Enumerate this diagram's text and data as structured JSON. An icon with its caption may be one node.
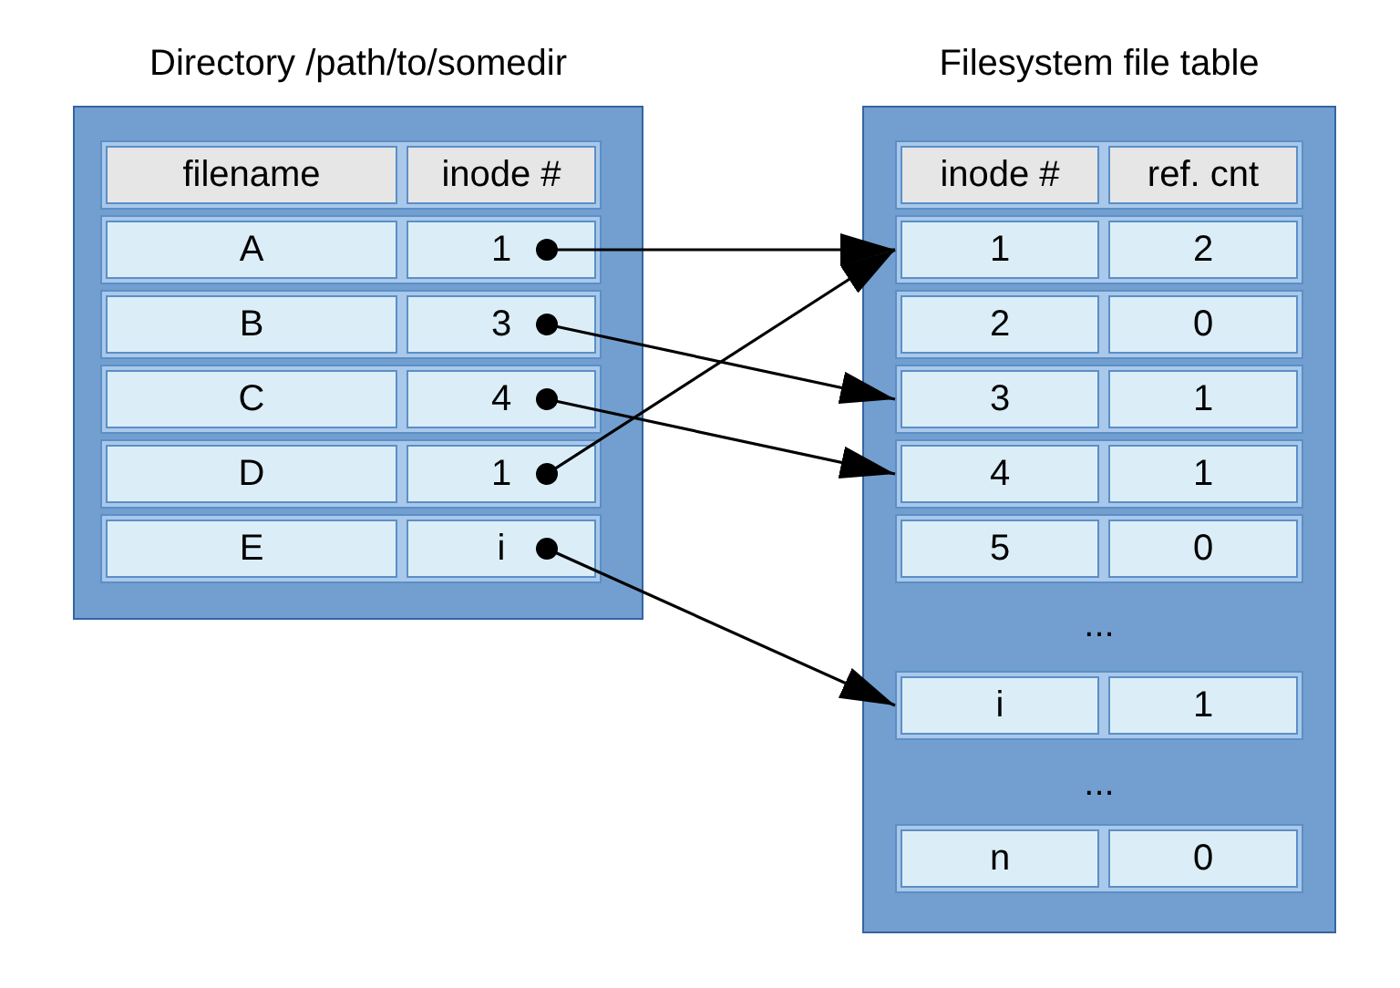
{
  "diagram": {
    "nodes": [
      {
        "text": [
          "Directory /path/to/somedir"
        ]
      },
      {
        "text": [
          "filename",
          "inode #"
        ],
        "in": 0
      },
      {
        "text": [
          "A",
          "1"
        ],
        "in": 0
      },
      {
        "text": [
          "B",
          "3"
        ],
        "in": 0
      },
      {
        "text": [
          "C",
          "4"
        ],
        "in": 0
      },
      {
        "text": [
          "D",
          "1"
        ],
        "in": 0
      },
      {
        "text": [
          "E",
          "i"
        ],
        "in": 0
      },
      {
        "text": [
          "Filesystem file table"
        ]
      },
      {
        "text": [
          "inode #",
          "ref. cnt"
        ],
        "in": 7
      },
      {
        "text": [
          "1",
          "2"
        ],
        "in": 7
      },
      {
        "text": [
          "2",
          "0"
        ],
        "in": 7
      },
      {
        "text": [
          "3",
          "1"
        ],
        "in": 7
      },
      {
        "text": [
          "4",
          "1"
        ],
        "in": 7
      },
      {
        "text": [
          "5",
          "0"
        ],
        "in": 7
      },
      {
        "text": [
          "i",
          "1"
        ],
        "in": 7
      },
      {
        "text": [
          "n",
          "0"
        ],
        "in": 7
      }
    ],
    "edges": [
      {
        "from": 2,
        "to": 9,
        "arrow": "to"
      },
      {
        "from": 3,
        "to": 11,
        "arrow": "to"
      },
      {
        "from": 4,
        "to": 12,
        "arrow": "to"
      },
      {
        "from": 5,
        "to": 9,
        "arrow": "to"
      },
      {
        "from": 6,
        "to": 14,
        "arrow": "to"
      }
    ],
    "labels": [
      "...",
      "..."
    ]
  }
}
